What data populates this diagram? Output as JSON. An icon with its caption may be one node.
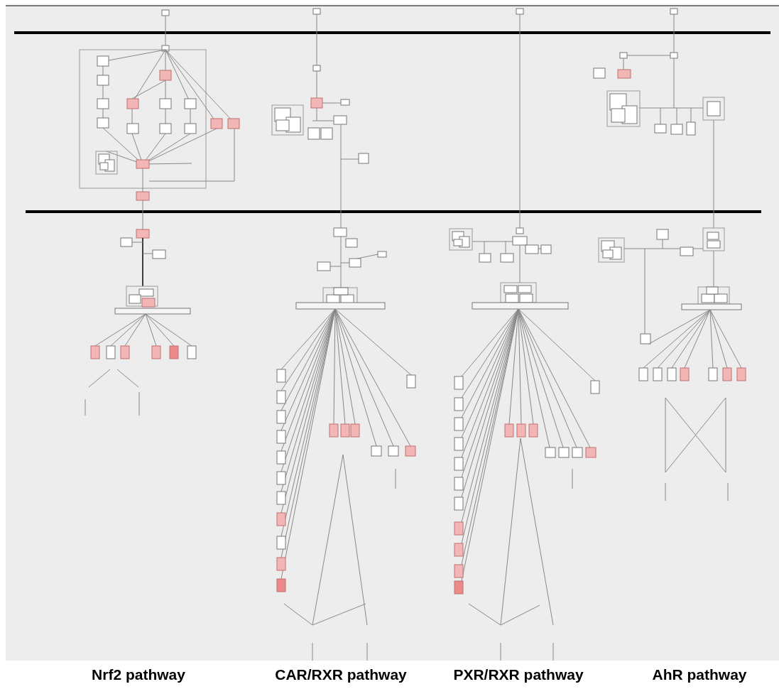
{
  "diagram": {
    "labels": [
      "Nrf2 pathway",
      "CAR/RXR pathway",
      "PXR/RXR pathway",
      "AhR pathway"
    ]
  }
}
